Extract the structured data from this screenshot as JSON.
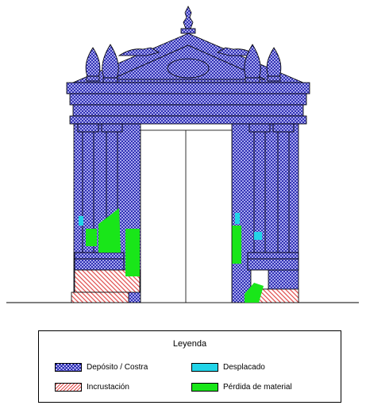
{
  "legend": {
    "title": "Leyenda",
    "items": [
      {
        "key": "deposito",
        "label": "Depósito / Costra",
        "color": "#2222aa"
      },
      {
        "key": "desplacado",
        "label": "Desplacado",
        "color": "#21d4e8"
      },
      {
        "key": "incrustacion",
        "label": "Incrustación",
        "color": "#e04a4a"
      },
      {
        "key": "perdida",
        "label": "Pérdida de material",
        "color": "#19e619"
      }
    ]
  },
  "colors": {
    "line": "#000000",
    "deposit_blue": "#1a1aa8",
    "deposit_bg": "#c9caff",
    "incrustation_red": "#e04a4a",
    "detachment_cyan": "#21d4e8",
    "loss_green": "#19e619"
  }
}
